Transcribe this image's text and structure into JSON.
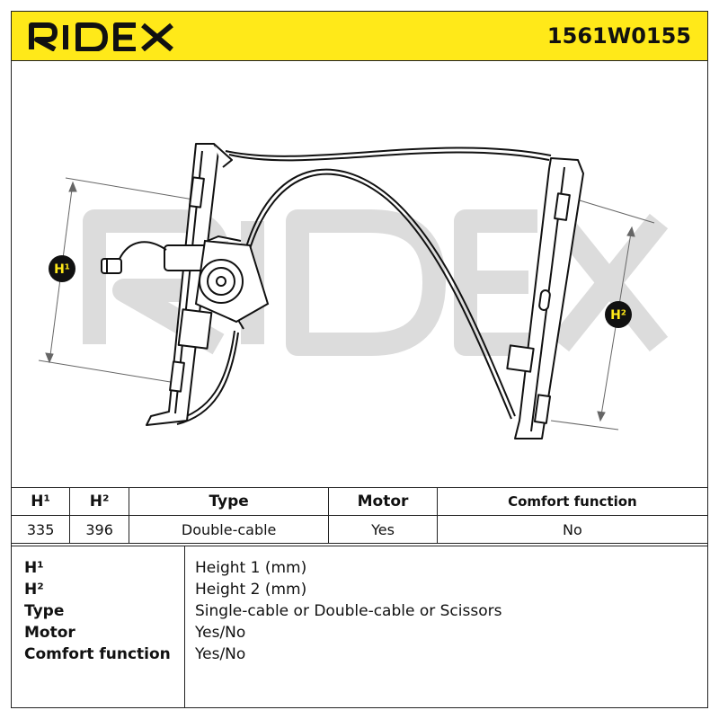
{
  "brand": {
    "name": "RIDEX",
    "accent": "#ffe919"
  },
  "part_number": "1561W0155",
  "drawing": {
    "watermark": "RIDEX",
    "label_h1": "H¹",
    "label_h2": "H²"
  },
  "spec_table": {
    "headers": [
      "H¹",
      "H²",
      "Type",
      "Motor",
      "Comfort function"
    ],
    "values": [
      "335",
      "396",
      "Double-cable",
      "Yes",
      "No"
    ]
  },
  "legend": [
    {
      "key": "H¹",
      "value": "Height 1 (mm)"
    },
    {
      "key": "H²",
      "value": "Height 2 (mm)"
    },
    {
      "key": "Type",
      "value": "Single-cable or Double-cable or Scissors"
    },
    {
      "key": "Motor",
      "value": "Yes/No"
    },
    {
      "key": "Comfort function",
      "value": "Yes/No"
    }
  ]
}
